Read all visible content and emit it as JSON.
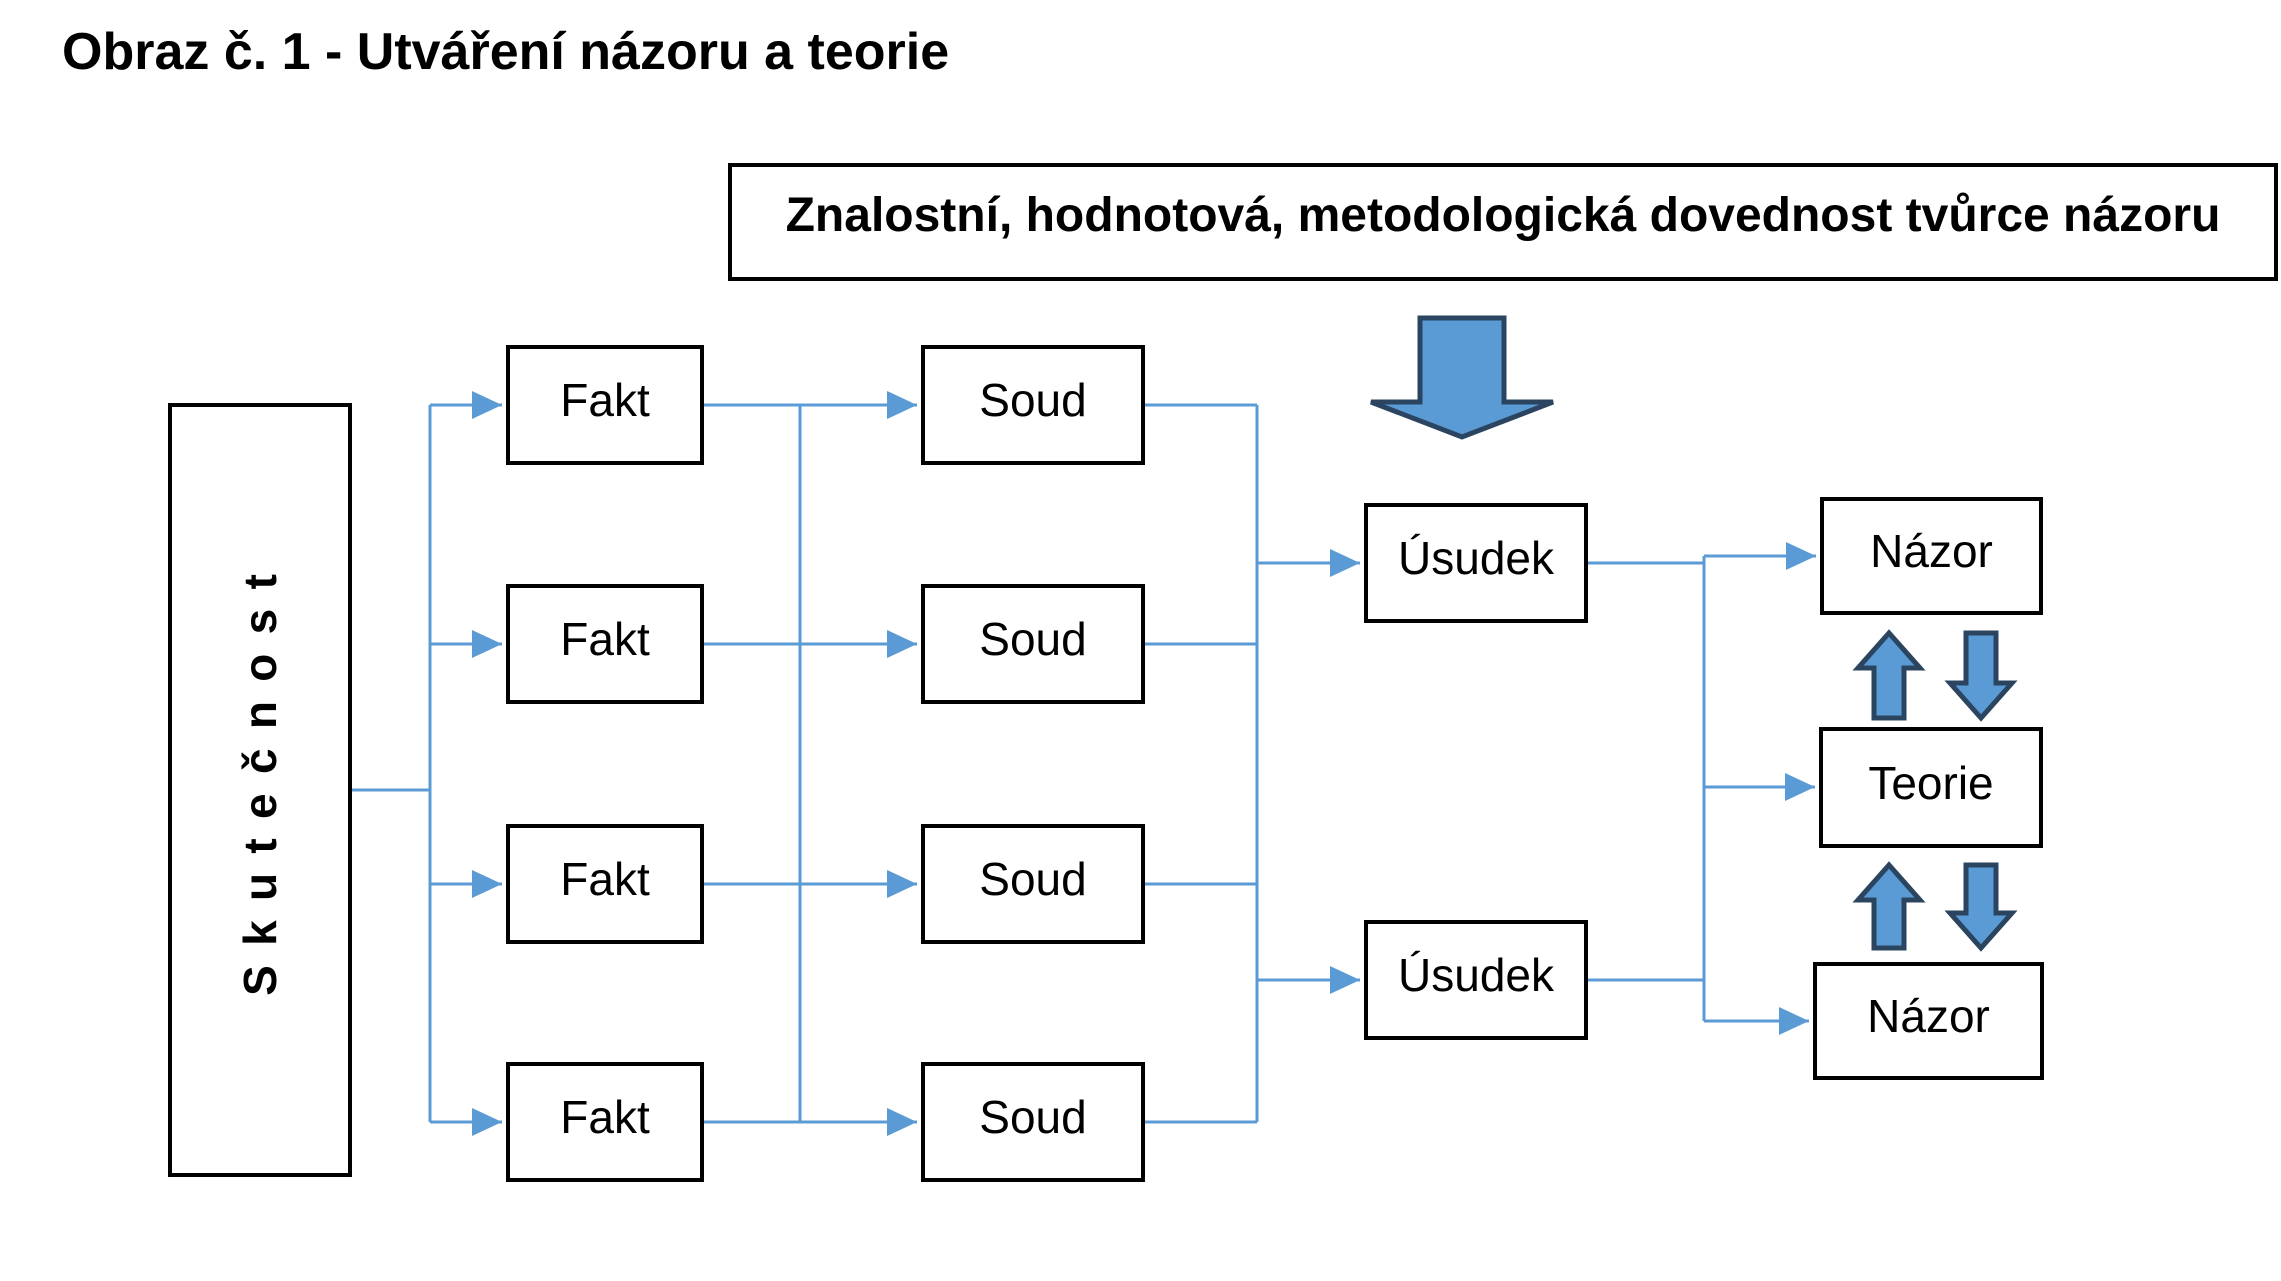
{
  "title": "Obraz č. 1 - Utváření názoru a teorie",
  "banner": {
    "label": "Znalostní, hodnotová, metodologická dovednost tvůrce názoru"
  },
  "nodes": {
    "skutecnost": "Skutečnost",
    "fakt": [
      "Fakt",
      "Fakt",
      "Fakt",
      "Fakt"
    ],
    "soud": [
      "Soud",
      "Soud",
      "Soud",
      "Soud"
    ],
    "usudek": [
      "Úsudek",
      "Úsudek"
    ],
    "nazor_top": "Názor",
    "teorie": "Teorie",
    "nazor_bottom": "Názor"
  },
  "icons": {
    "skill_down_block_arrow": "big blue down block arrow",
    "up_block_arrow": "blue up block arrow",
    "down_block_arrow": "blue down block arrow",
    "connector_arrowhead": "blue triangle arrowhead"
  },
  "colors": {
    "connector": "#5b9bd5",
    "arrow_fill": "#5b9bd5",
    "arrow_outline": "#2b4560",
    "box_border": "#000000",
    "background": "#ffffff",
    "text": "#000000"
  }
}
